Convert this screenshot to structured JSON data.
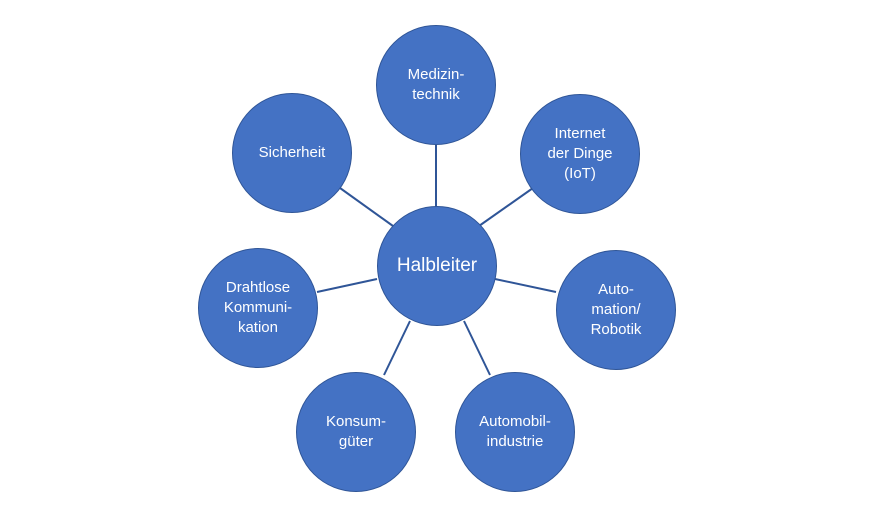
{
  "diagram": {
    "center": {
      "label": "Halbleiter"
    },
    "nodes": [
      {
        "id": "medizintechnik",
        "label": "Medizin-\ntechnik"
      },
      {
        "id": "iot",
        "label": "Internet\nder Dinge\n(IoT)"
      },
      {
        "id": "automation",
        "label": "Auto-\nmation/\nRobotik"
      },
      {
        "id": "automobil",
        "label": "Automobil-\nindustrie"
      },
      {
        "id": "konsumgueter",
        "label": "Konsum-\ngüter"
      },
      {
        "id": "kommunikation",
        "label": "Drahtlose\nKommuni-\nkation"
      },
      {
        "id": "sicherheit",
        "label": "Sicherheit"
      }
    ],
    "colors": {
      "fill": "#4472c4",
      "border": "#2f5597",
      "connector": "#2f5597",
      "text": "#ffffff"
    }
  }
}
